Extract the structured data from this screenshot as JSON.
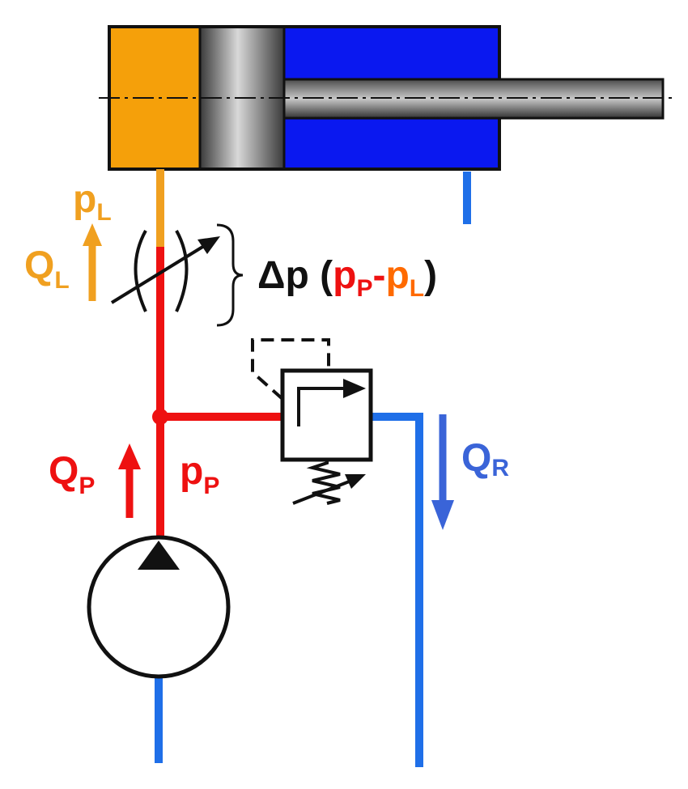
{
  "colors": {
    "pressure_line": "#ee1111",
    "load_line": "#f0a020",
    "return_line": "#1f6fe8",
    "return_label": "#3a64d8",
    "load_chamber": "#f5a00a",
    "rod_chamber": "#0a18f0",
    "outline": "#111111",
    "load_pressure_label": "#ff6a00"
  },
  "labels": {
    "load_pressure": {
      "main": "p",
      "sub": "L"
    },
    "load_flow": {
      "main": "Q",
      "sub": "L"
    },
    "delta_p": {
      "prefix": "Δp (",
      "pump_main": "p",
      "pump_sub": "P",
      "minus": "-",
      "load_main": "p",
      "load_sub": "L",
      "suffix": ")"
    },
    "pump_flow": {
      "main": "Q",
      "sub": "P"
    },
    "pump_pressure": {
      "main": "p",
      "sub": "P"
    },
    "relief_flow": {
      "main": "Q",
      "sub": "R"
    }
  },
  "icons": {
    "cylinder": "double-acting-cylinder-icon",
    "throttle": "adjustable-throttle-icon",
    "relief_valve": "pressure-relief-valve-icon",
    "pump": "fixed-displacement-pump-icon"
  }
}
